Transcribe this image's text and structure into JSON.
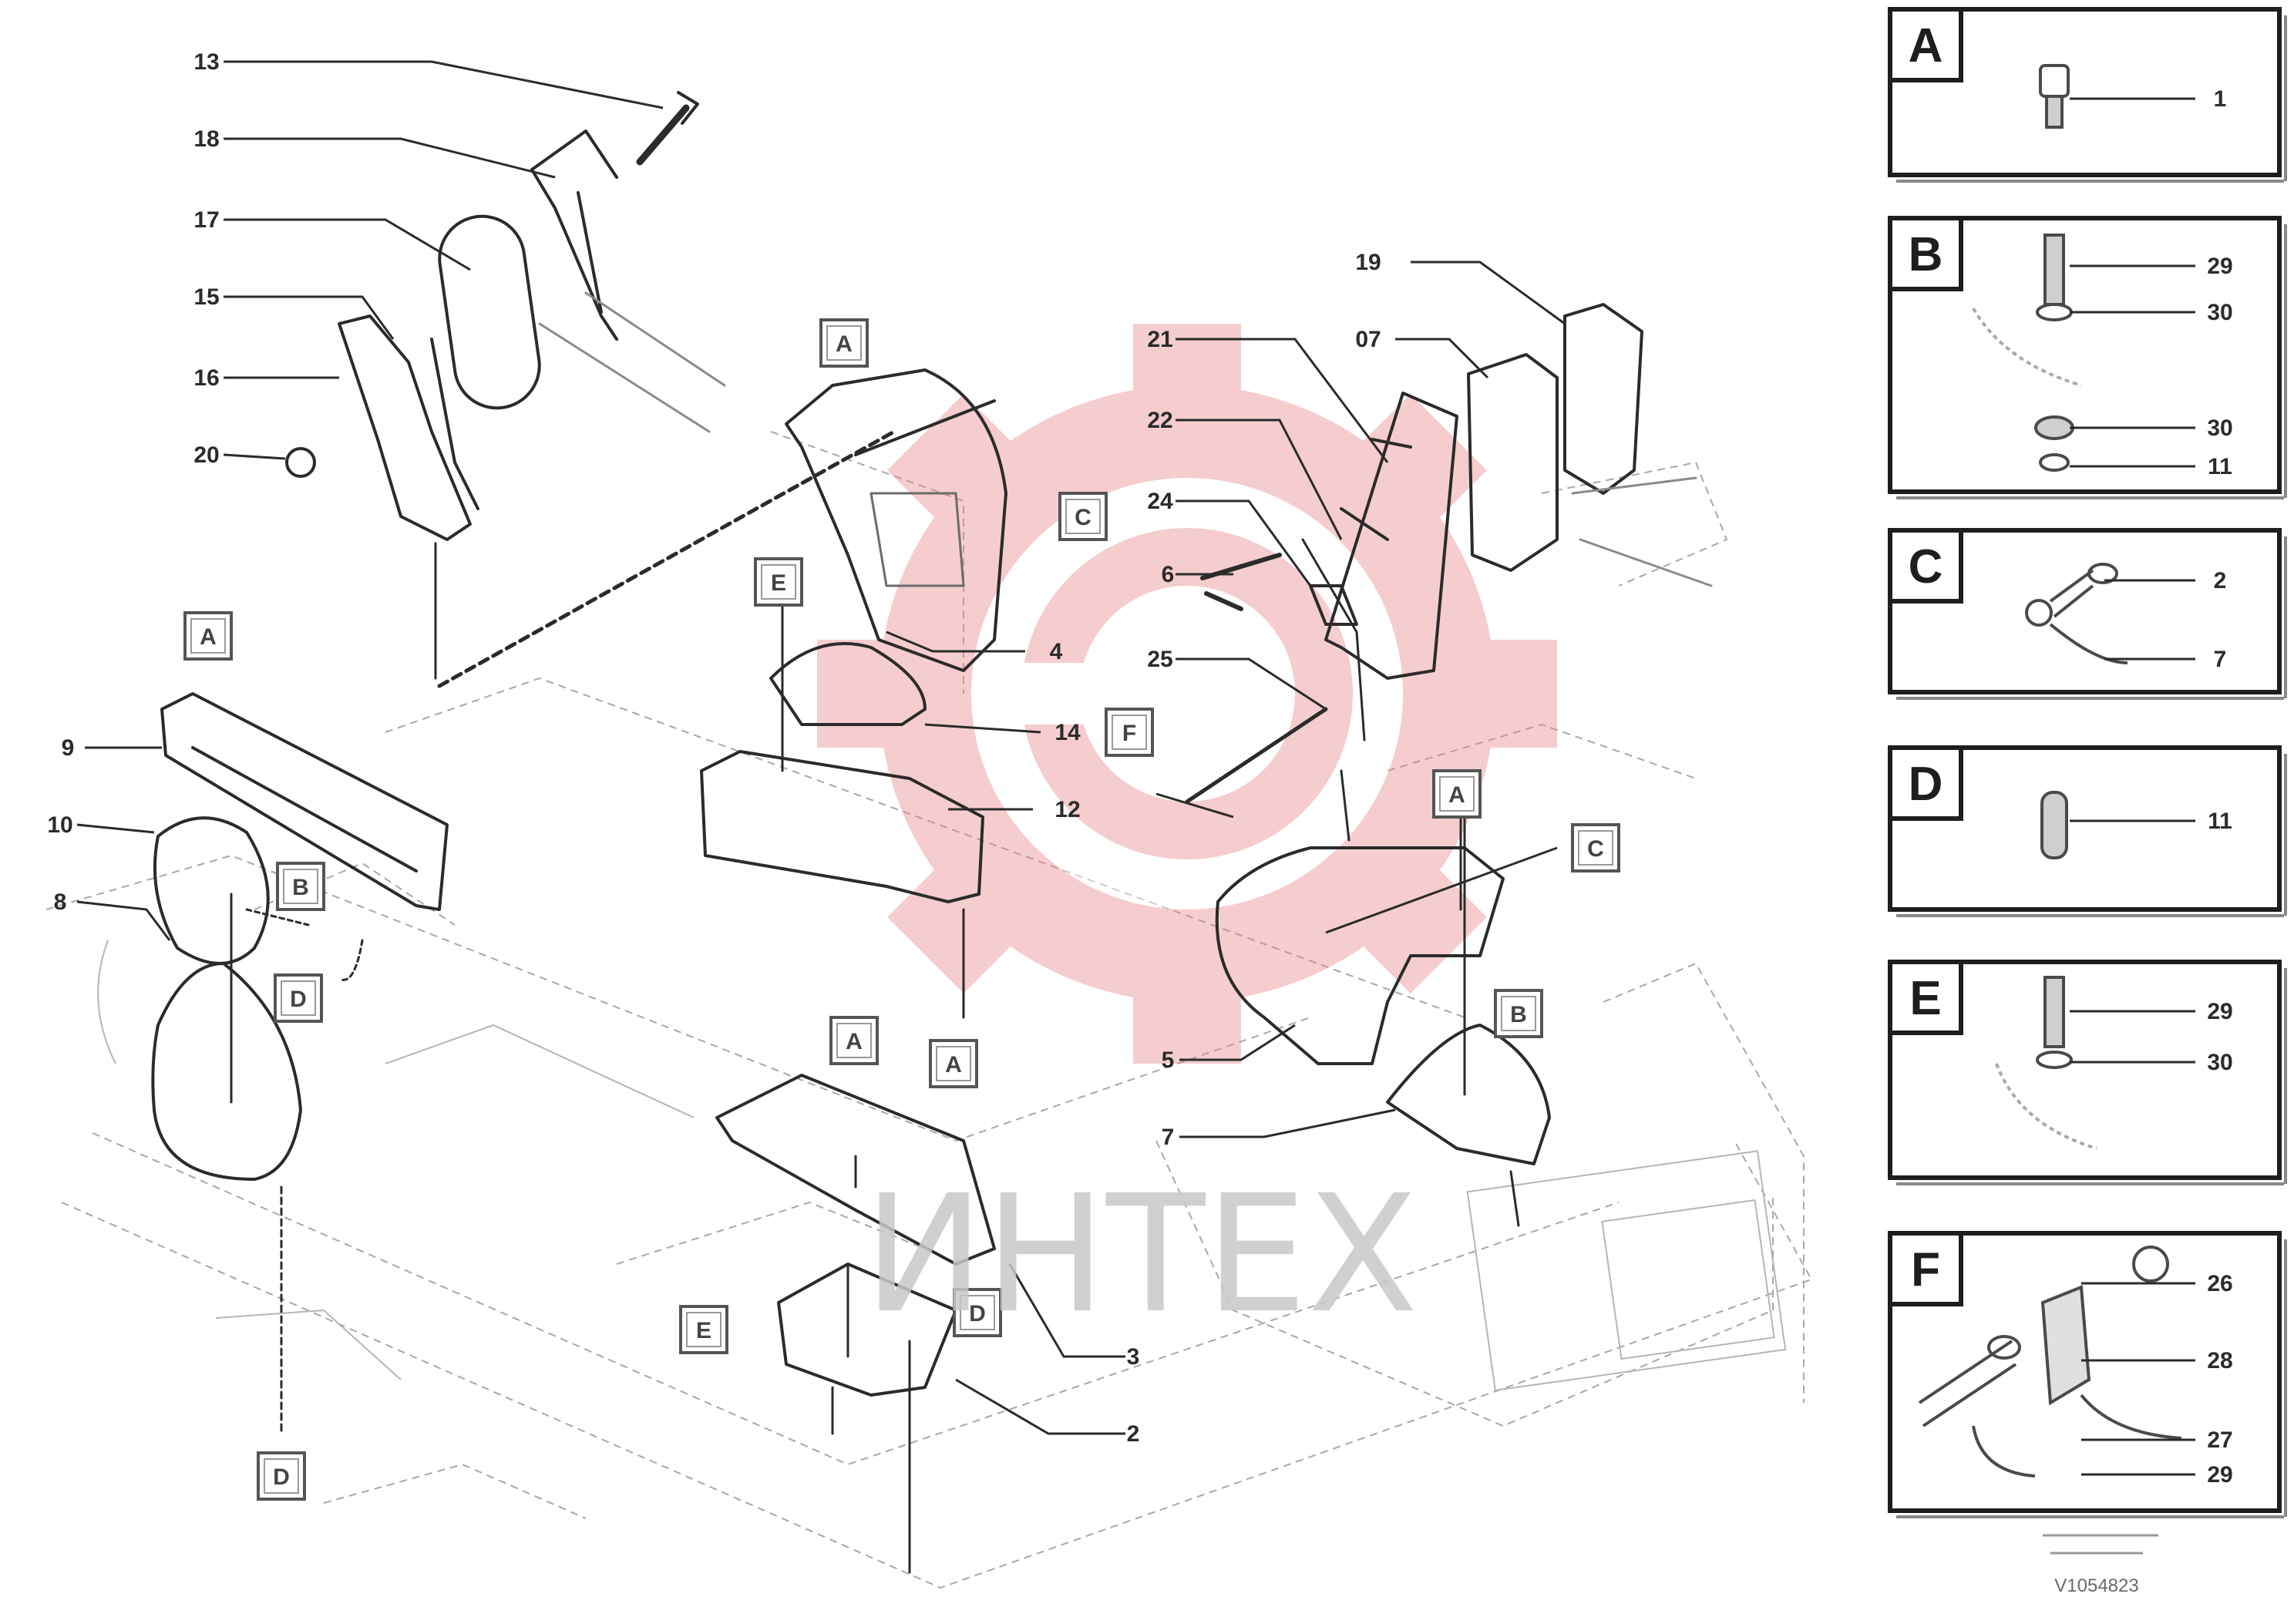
{
  "diagram": {
    "main_callouts": [
      {
        "id": "c13",
        "label": "13"
      },
      {
        "id": "c18",
        "label": "18"
      },
      {
        "id": "c17",
        "label": "17"
      },
      {
        "id": "c15",
        "label": "15"
      },
      {
        "id": "c16",
        "label": "16"
      },
      {
        "id": "c20",
        "label": "20"
      },
      {
        "id": "c9",
        "label": "9"
      },
      {
        "id": "c10",
        "label": "10"
      },
      {
        "id": "c8",
        "label": "8"
      },
      {
        "id": "c4",
        "label": "4"
      },
      {
        "id": "c14",
        "label": "14"
      },
      {
        "id": "c12",
        "label": "12"
      },
      {
        "id": "c21",
        "label": "21"
      },
      {
        "id": "c22",
        "label": "22"
      },
      {
        "id": "c24",
        "label": "24"
      },
      {
        "id": "c6",
        "label": "6"
      },
      {
        "id": "c25",
        "label": "25"
      },
      {
        "id": "c19",
        "label": "19"
      },
      {
        "id": "c07",
        "label": "07"
      },
      {
        "id": "c5",
        "label": "5"
      },
      {
        "id": "c7",
        "label": "7"
      },
      {
        "id": "c3",
        "label": "3"
      },
      {
        "id": "c2",
        "label": "2"
      }
    ],
    "letter_tags": [
      {
        "id": "tA1",
        "label": "A"
      },
      {
        "id": "tA2",
        "label": "A"
      },
      {
        "id": "tE1",
        "label": "E"
      },
      {
        "id": "tC1",
        "label": "C"
      },
      {
        "id": "tB1",
        "label": "B"
      },
      {
        "id": "tA3",
        "label": "A"
      },
      {
        "id": "tF1",
        "label": "F"
      },
      {
        "id": "tA4",
        "label": "A"
      },
      {
        "id": "tC2",
        "label": "C"
      },
      {
        "id": "tB2",
        "label": "B"
      },
      {
        "id": "tD1",
        "label": "D"
      },
      {
        "id": "tA5",
        "label": "A"
      },
      {
        "id": "tE2",
        "label": "E"
      },
      {
        "id": "tD2",
        "label": "D"
      },
      {
        "id": "tD3",
        "label": "D"
      }
    ],
    "detail_panels": [
      {
        "id": "A",
        "letter": "A",
        "callouts": [
          "1"
        ]
      },
      {
        "id": "B",
        "letter": "B",
        "callouts": [
          "29",
          "30",
          "30",
          "11"
        ]
      },
      {
        "id": "C",
        "letter": "C",
        "callouts": [
          "2",
          "7"
        ]
      },
      {
        "id": "D",
        "letter": "D",
        "callouts": [
          "11"
        ]
      },
      {
        "id": "E",
        "letter": "E",
        "callouts": [
          "29",
          "30"
        ]
      },
      {
        "id": "F",
        "letter": "F",
        "callouts": [
          "26",
          "28",
          "27",
          "29"
        ]
      }
    ],
    "footer_code": "V1054823"
  },
  "watermark": {
    "text": "ИНТЕХ",
    "color": "#e8888e",
    "text_color": "#c8c8c8"
  },
  "colors": {
    "line": "#2b2b2b",
    "faint_line": "#9a9a9a",
    "panel_border": "#1e1e1e"
  }
}
